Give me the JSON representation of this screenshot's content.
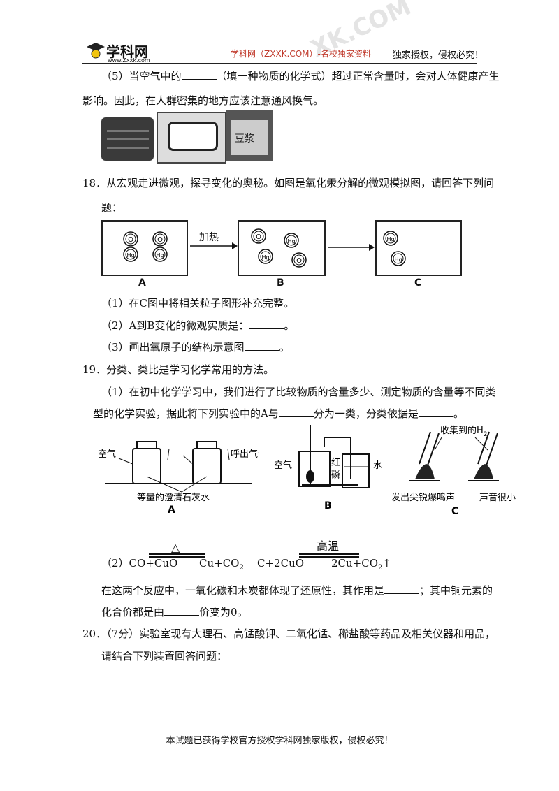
{
  "header": {
    "logo_text": "学科网",
    "logo_url": "www.Zxxk.com",
    "center": "学科网（ZXXK.COM）-名校独家资料",
    "right": "独家授权，侵权必究！"
  },
  "q17_5": {
    "l1a": "（5）当空气中的",
    "l1b": "（填一种物质的化学式）超过正常含量时，会对人体健康产生",
    "l2": "影响。因此，在人群密集的地方应该注意通风换气。",
    "img_text": "豆浆"
  },
  "q18": {
    "l1": "18．从宏观走进微观，探寻变化的奥秘。如图是氧化汞分解的微观模拟图，请回答下列问",
    "l2": "题：",
    "arrow_label": "加热",
    "labels": [
      "A",
      "B",
      "C"
    ],
    "atom_o": "O",
    "atom_hg": "Hg",
    "s1": "（1）在C图中将相关粒子图形补充完整。",
    "s2a": "（2）A到B变化的微观实质是：",
    "s2b": "。",
    "s3a": "（3）画出氧原子的结构示意图",
    "s3b": "。"
  },
  "q19": {
    "l1": "19．分类、类比是学习化学常用的方法。",
    "s1a": "（1）在初中化学学习中，我们进行了比较物质的含量多少、测定物质的含量等不同类",
    "s1b": "型的化学实验，据此将下列实验中的A与",
    "s1c": "分为一类，分类依据是",
    "s1d": "。",
    "figA": {
      "air": "空气",
      "exhale": "呼出气体",
      "caption": "等量的澄清石灰水",
      "label": "A"
    },
    "figB": {
      "air": "空气",
      "red": "红",
      "phos": "磷",
      "water": "水",
      "label": "B"
    },
    "figC": {
      "collect": "收集到的H",
      "sub": "2",
      "sharp": "发出尖锐爆鸣声",
      "quiet": "声音很小",
      "label": "C"
    },
    "eq1_cond": "△",
    "eq2_cond": "高温",
    "eq_prefix": "（2）CO+CuO",
    "eq1_prod": "Cu+CO",
    "eq2_react": "C+2CuO",
    "eq2_prod": "2Cu+CO",
    "eq_sub": "2",
    "up": "↑",
    "p1a": "在这两个反应中，一氧化碳和木炭都体现了还原性，其作用是",
    "p1b": "；其中铜元素的",
    "p2a": "化合价都是由",
    "p2b": "价变为0。"
  },
  "q20": {
    "l1": "20．（7分）实验室现有大理石、高锰酸钾、二氧化锰、稀盐酸等药品及相关仪器和用品，",
    "l2": "请结合下列装置回答问题："
  },
  "footer": "本试题已获得学校官方授权学科网独家版权，侵权必究！",
  "watermark": "XK.COM"
}
